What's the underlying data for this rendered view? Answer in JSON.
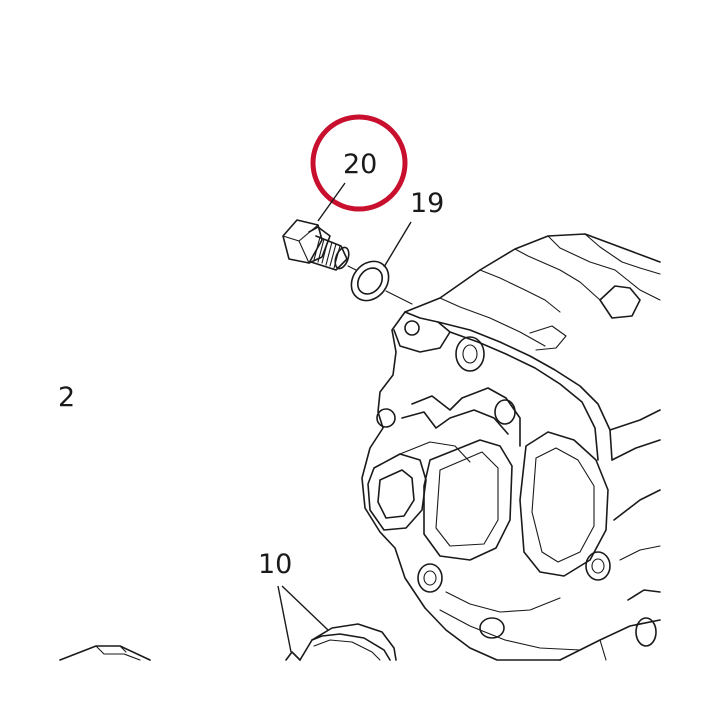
{
  "callouts": {
    "part_20": "20",
    "part_19": "19",
    "part_10": "10",
    "part_2": "2"
  },
  "highlight": {
    "target": "part_20",
    "color": "#c8102e"
  },
  "colors": {
    "line": "#1a1a1a",
    "background": "#ffffff"
  }
}
